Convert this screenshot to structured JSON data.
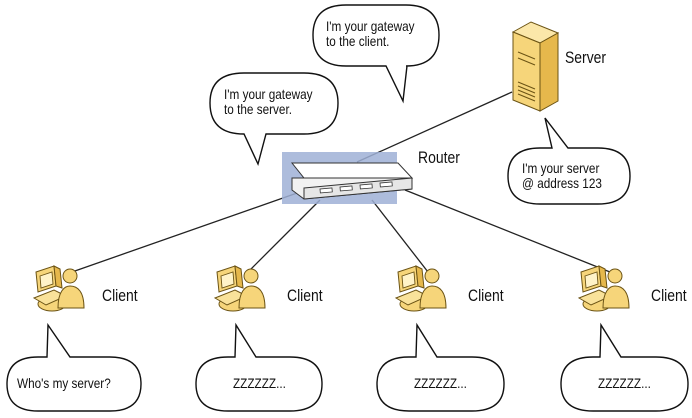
{
  "labels": {
    "server": "Server",
    "router": "Router",
    "client": "Client"
  },
  "bubbles": {
    "gateway_client_line1": "I'm your gateway",
    "gateway_client_line2": "to the client.",
    "gateway_server_line1": "I'm your gateway",
    "gateway_server_line2": "to the server.",
    "server_line1": "I'm your server",
    "server_line2": "@ address 123",
    "client1": "Who's my server?",
    "client2": "ZZZZZZ...",
    "client3": "ZZZZZZ...",
    "client4": "ZZZZZZ..."
  },
  "colors": {
    "router_highlight": "#9fb0d6",
    "device_fill": "#f6d57a",
    "device_stroke": "#6b5314",
    "line": "#222222"
  },
  "icons": {
    "server": "server-tower-icon",
    "router": "router-icon",
    "client": "workstation-user-icon"
  }
}
